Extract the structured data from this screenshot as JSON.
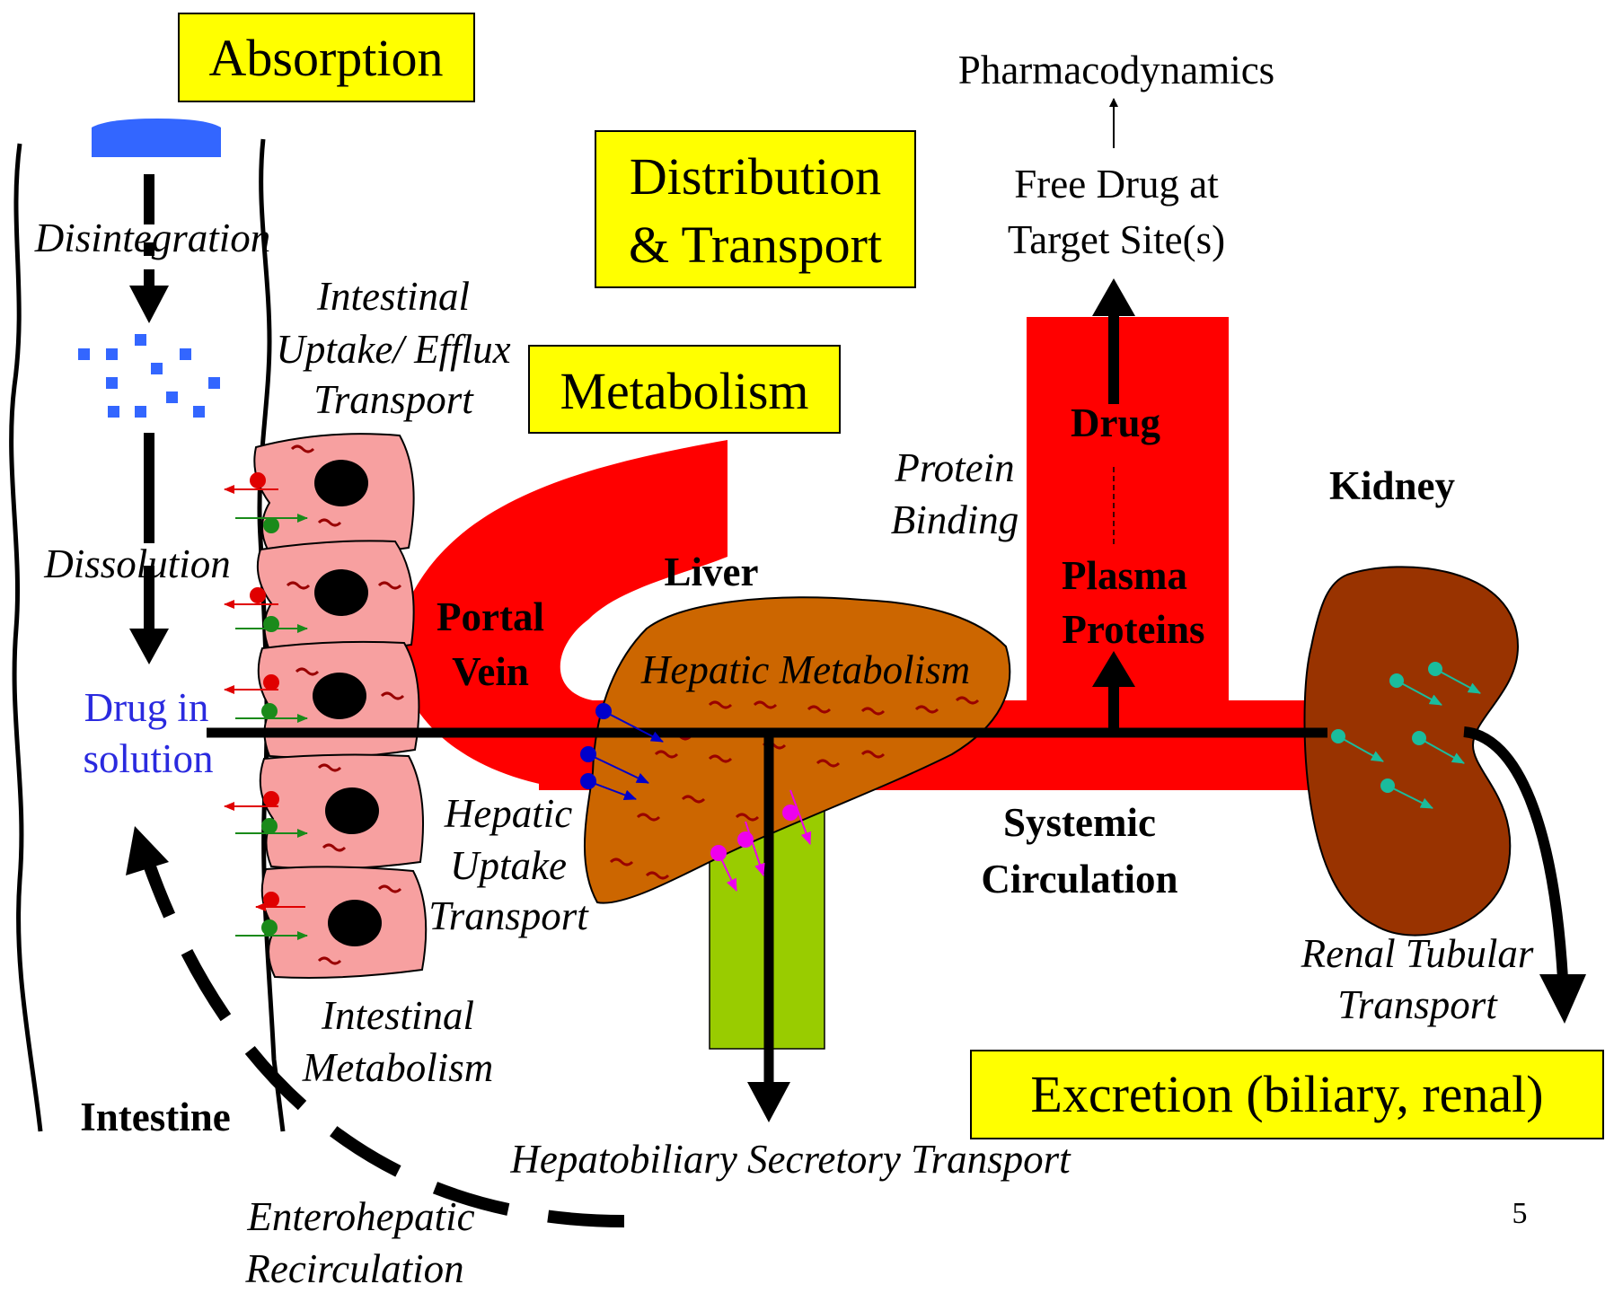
{
  "headings": {
    "absorption": "Absorption",
    "distribution_line1": "Distribution",
    "distribution_line2": "& Transport",
    "metabolism": "Metabolism",
    "excretion": "Excretion (biliary, renal)"
  },
  "labels": {
    "pharmacodynamics": "Pharmacodynamics",
    "free_drug_line1": "Free Drug at",
    "free_drug_line2": "Target Site(s)",
    "disintegration": "Disintegration",
    "intestinal_uptake_line1": "Intestinal",
    "intestinal_uptake_line2": "Uptake/ Efflux",
    "intestinal_uptake_line3": "Transport",
    "dissolution": "Dissolution",
    "drug_in_solution_line1": "Drug in",
    "drug_in_solution_line2": "solution",
    "portal_vein_line1": "Portal",
    "portal_vein_line2": "Vein",
    "liver": "Liver",
    "hepatic_metabolism": "Hepatic Metabolism",
    "hepatic_uptake_line1": "Hepatic",
    "hepatic_uptake_line2": "Uptake",
    "hepatic_uptake_line3": "Transport",
    "protein_binding_line1": "Protein",
    "protein_binding_line2": "Binding",
    "drug": "Drug",
    "plasma_proteins_line1": "Plasma",
    "plasma_proteins_line2": "Proteins",
    "kidney": "Kidney",
    "systemic_line1": "Systemic",
    "systemic_line2": "Circulation",
    "renal_line1": "Renal Tubular",
    "renal_line2": "Transport",
    "intestinal_metabolism_line1": "Intestinal",
    "intestinal_metabolism_line2": "Metabolism",
    "intestine": "Intestine",
    "hepatobiliary": "Hepatobiliary Secretory Transport",
    "enterohepatic_line1": "Enterohepatic",
    "enterohepatic_line2": "Recirculation",
    "page_number": "5"
  },
  "colors": {
    "heading_box": "#ffff00",
    "circulation_red": "#ff0000",
    "cell_pink": "#f7a0a0",
    "liver_orange": "#cc6600",
    "kidney_brown": "#993300",
    "bile_green": "#99cc00",
    "tablet_blue": "#3366ff",
    "efflux_red": "#e00000",
    "uptake_green": "#1a8a1a",
    "hepatic_uptake_blue": "#0000cc",
    "biliary_magenta": "#ee00ee",
    "renal_teal": "#1abc9c"
  }
}
